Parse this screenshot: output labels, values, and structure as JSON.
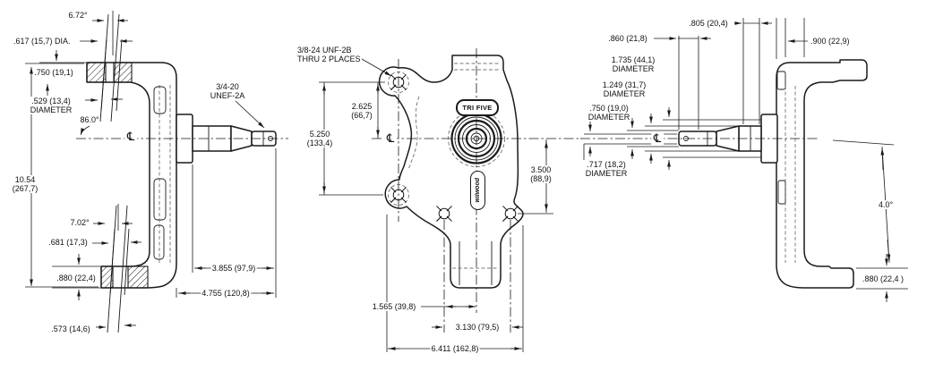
{
  "title": "Tri Five spindle 3-view technical drawing",
  "symbols": {
    "centerline": "℄"
  },
  "badges": {
    "tri_five": "TRI FIVE",
    "wilwood": "wilwood"
  },
  "views": {
    "side_left": {
      "boss_angle": "6.72°",
      "boss_dia": ".617 (15,7) DIA.",
      "arm_thickness_top": ".750 (19,1)",
      "kingpin_bore_top": ".529 (13,4)",
      "kingpin_bore_top_2": "DIAMETER",
      "kingpin_angle": "86.0°",
      "overall_height": "10.54",
      "overall_height_mm": "(267,7)",
      "spindle_thread": "3/4-20",
      "spindle_thread_2": "UNEF-2A",
      "bottom_angle": "7.02°",
      "bottom_boss_dia": ".681 (17,3)",
      "arm_thickness_bottom": ".880 (22,4)",
      "kingpin_bore_bottom": ".573 (14,6)",
      "spindle_length": "3.855 (97,9)",
      "spindle_overall_length": "4.755 (120,8)"
    },
    "front_center": {
      "thread_callout": "3/8-24 UNF-2B",
      "thread_callout_2": "THRU 2 PLACES",
      "upper_hole_to_center": "2.625",
      "upper_hole_to_center_mm": "(66,7)",
      "steering_hole_spacing": "5.250",
      "steering_hole_spacing_mm": "(133,4)",
      "center_to_lower_holes": "3.500",
      "center_to_lower_holes_mm": "(88,9)",
      "lower_hole_offset": "1.565 (39,8)",
      "lower_hole_spacing": "3.130 (79,5)",
      "overall_width": "6.411 (162,8)"
    },
    "side_right": {
      "step_width": ".805 (20,4)",
      "flange_width": ".860 (21,8)",
      "arm_end_width": ".900 (22,9)",
      "dia_1735": "1.735 (44,1)",
      "dia_1735_2": "DIAMETER",
      "dia_1249": "1.249 (31,7)",
      "dia_1249_2": "DIAMETER",
      "dia_750": ".750 (19,0)",
      "dia_750_2": "DIAMETER",
      "dia_717": ".717 (18,2)",
      "dia_717_2": "DIAMETER",
      "inclination_angle": "4.0°",
      "arm_thickness_bottom": ".880 (22,4 )"
    }
  }
}
